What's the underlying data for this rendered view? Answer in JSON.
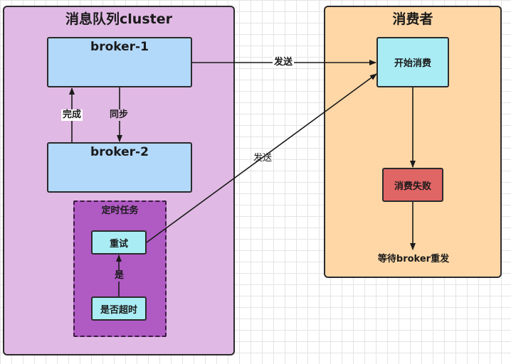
{
  "cluster": {
    "title": "消息队列cluster",
    "broker1": "broker-1",
    "broker2": "broker-2",
    "task_group": {
      "label": "定时任务",
      "retry": "重试",
      "check": "是否超时"
    }
  },
  "consumer": {
    "title": "消费者",
    "start": "开始消费",
    "fail": "消费失败",
    "wait": "等待broker重发"
  },
  "edges": {
    "done": "完成",
    "sync": "同步",
    "yes": "是",
    "send_top": "发送",
    "send_bottom": "发送"
  },
  "colors": {
    "cluster_bg": "#e0b9e4",
    "consumer_bg": "#ffd7a6",
    "broker_bg": "#b2d8fa",
    "task_bg": "#b05ac4",
    "node_bg": "#a9ecf4",
    "fail_bg": "#e06565"
  }
}
